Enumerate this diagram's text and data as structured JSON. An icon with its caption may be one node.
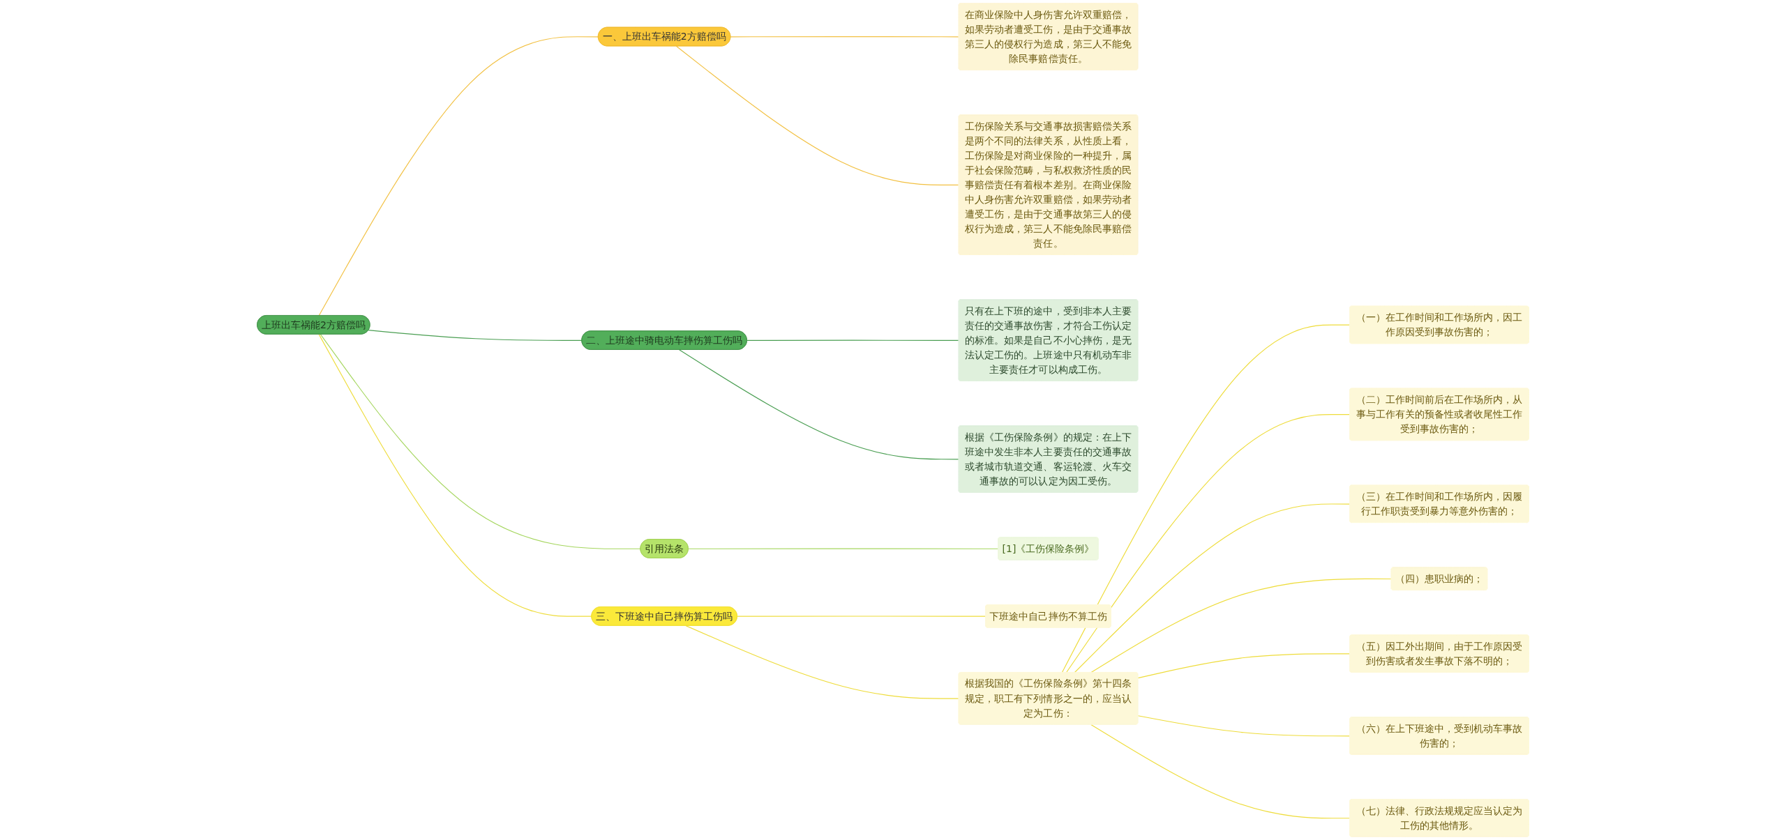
{
  "diagram": {
    "nodes": [
      {
        "text": [
          "上班出车祸能2方赔偿吗"
        ]
      },
      {
        "text": [
          "一、上班出车祸能2方赔偿吗"
        ]
      },
      {
        "text": [
          "在商业保险中人身伤害允许双重赔偿，如果劳动者遭受工伤，是由于交通事故第三人的侵权行为造成，第三人不能免除民事赔偿责任。"
        ]
      },
      {
        "text": [
          "工伤保险关系与交通事故损害赔偿关系是两个不同的法律关系，从性质上看，工伤保险是对商业保险的一种提升，属于社会保险范畴，与私权救济性质的民事赔偿责任有着根本差别。在商业保险中人身伤害允许双重赔偿，如果劳动者遭受工伤，是由于交通事故第三人的侵权行为造成，第三人不能免除民事赔偿责任。"
        ]
      },
      {
        "text": [
          "二、上班途中骑电动车摔伤算工伤吗"
        ]
      },
      {
        "text": [
          "只有在上下班的途中，受到非本人主要责任的交通事故伤害，才符合工伤认定的标准。如果是自己不小心摔伤，是无法认定工伤的。上班途中只有机动车非主要责任才可以构成工伤。"
        ]
      },
      {
        "text": [
          "根据《工伤保险条例》的规定：在上下班途中发生非本人主要责任的交通事故或者城市轨道交通、客运轮渡、火车交通事故的可以认定为因工受伤。"
        ]
      },
      {
        "text": [
          "引用法条"
        ]
      },
      {
        "text": [
          "[1]《工伤保险条例》"
        ]
      },
      {
        "text": [
          "三、下班途中自己摔伤算工伤吗"
        ]
      },
      {
        "text": [
          "下班途中自己摔伤不算工伤"
        ]
      },
      {
        "text": [
          "根据我国的《工伤保险条例》第十四条规定，职工有下列情形之一的，应当认定为工伤："
        ]
      },
      {
        "text": [
          "（一）在工作时间和工作场所内，因工作原因受到事故伤害的；"
        ]
      },
      {
        "text": [
          "（二）工作时间前后在工作场所内，从事与工作有关的预备性或者收尾性工作受到事故伤害的；"
        ]
      },
      {
        "text": [
          "（三）在工作时间和工作场所内，因履行工作职责受到暴力等意外伤害的；"
        ]
      },
      {
        "text": [
          "（四）患职业病的；"
        ]
      },
      {
        "text": [
          "（五）因工外出期间，由于工作原因受到伤害或者发生事故下落不明的；"
        ]
      },
      {
        "text": [
          "（六）在上下班途中，受到机动车事故伤害的；"
        ]
      },
      {
        "text": [
          "（七）法律、行政法规规定应当认定为工伤的其他情形。"
        ]
      }
    ],
    "edges": [
      {
        "from": 0,
        "to": 1,
        "arrow": "none",
        "color": "#f2c041"
      },
      {
        "from": 1,
        "to": 2,
        "arrow": "none",
        "color": "#f2c041"
      },
      {
        "from": 1,
        "to": 3,
        "arrow": "none",
        "color": "#f2c041"
      },
      {
        "from": 0,
        "to": 4,
        "arrow": "none",
        "color": "#4a9e52"
      },
      {
        "from": 4,
        "to": 5,
        "arrow": "none",
        "color": "#4a9e52"
      },
      {
        "from": 4,
        "to": 6,
        "arrow": "none",
        "color": "#4a9e52"
      },
      {
        "from": 0,
        "to": 7,
        "arrow": "none",
        "color": "#a5d65e"
      },
      {
        "from": 7,
        "to": 8,
        "arrow": "none",
        "color": "#a5d65e"
      },
      {
        "from": 0,
        "to": 9,
        "arrow": "none"
      },
      {
        "from": 9,
        "to": 10,
        "arrow": "none"
      },
      {
        "from": 9,
        "to": 11,
        "arrow": "none"
      },
      {
        "from": 11,
        "to": 12,
        "arrow": "none"
      },
      {
        "from": 11,
        "to": 13,
        "arrow": "none"
      },
      {
        "from": 11,
        "to": 14,
        "arrow": "none"
      },
      {
        "from": 11,
        "to": 15,
        "arrow": "none"
      },
      {
        "from": 11,
        "to": 16,
        "arrow": "none"
      },
      {
        "from": 11,
        "to": 17,
        "arrow": "none"
      },
      {
        "from": 11,
        "to": 18,
        "arrow": "none"
      }
    ]
  }
}
